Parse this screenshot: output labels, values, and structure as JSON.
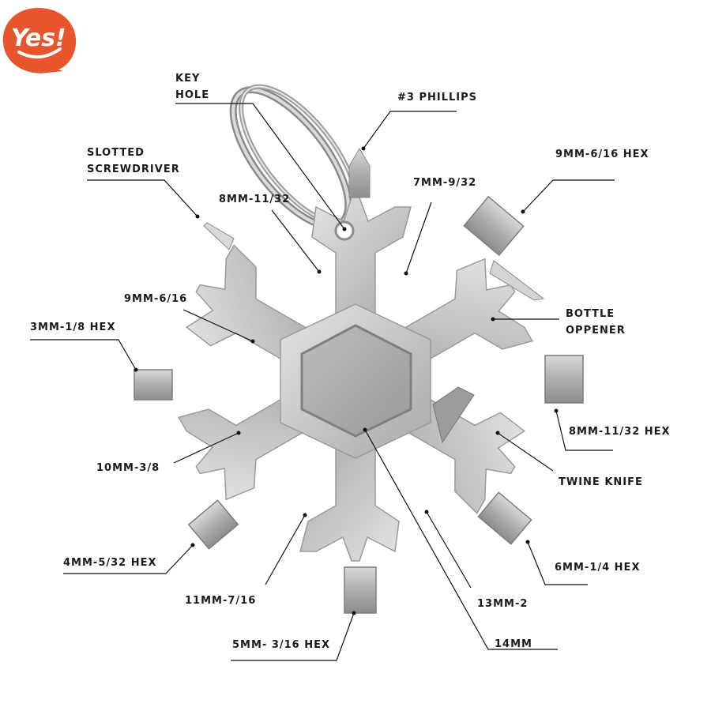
{
  "logo": {
    "text": "Yes!",
    "color": "#e8542c"
  },
  "product": {
    "name": "snowflake multi-tool",
    "color": "#c9c9c9"
  },
  "labels": {
    "key_hole_1": "KEY",
    "key_hole_2": "HOLE",
    "phillips": "#3 PHILLIPS",
    "slotted_1": "SLOTTED",
    "slotted_2": "SCREWDRIVER",
    "hex_9mm_616": "9MM-6/16 HEX",
    "mm8_1132": "8MM-11/32",
    "mm7_932": "7MM-9/32",
    "mm9_616": "9MM-6/16",
    "bottle_1": "BOTTLE",
    "bottle_2": "OPPENER",
    "hex_3mm": "3MM-1/8 HEX",
    "hex_8mm": "8MM-11/32 HEX",
    "mm10": "10MM-3/8",
    "twine_knife": "TWINE KNIFE",
    "hex_4mm": "4MM-5/32 HEX",
    "hex_6mm": "6MM-1/4 HEX",
    "mm11": "11MM-7/16",
    "mm13": "13MM-2",
    "hex_5mm": "5MM- 3/16 HEX",
    "mm14": "14MM"
  }
}
